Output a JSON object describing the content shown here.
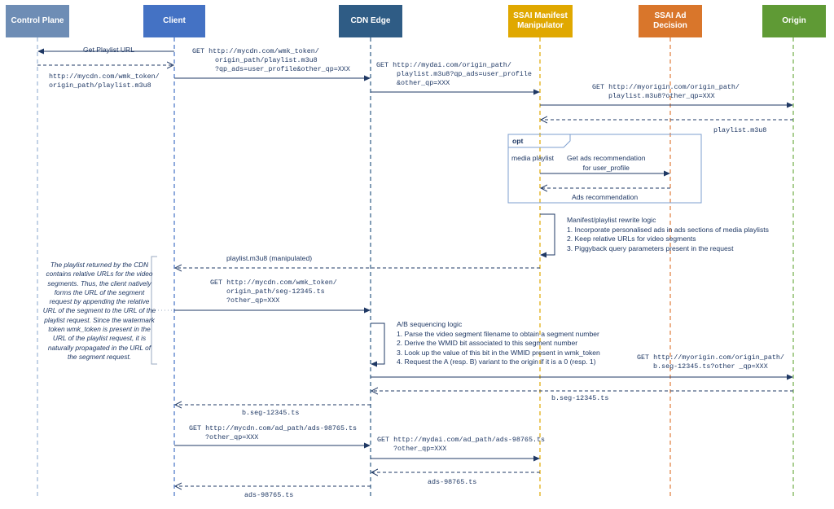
{
  "participants": [
    {
      "id": "control_plane",
      "label": "Control Plane",
      "color": "#6e8db5"
    },
    {
      "id": "client",
      "label": "Client",
      "color": "#4472c4"
    },
    {
      "id": "cdn_edge",
      "label": "CDN Edge",
      "color": "#2f5c85"
    },
    {
      "id": "ssai_manifest",
      "label": "SSAI Manifest Manipulator",
      "color": "#e0a800"
    },
    {
      "id": "ssai_ad",
      "label": "SSAI Ad Decision",
      "color": "#d9762b"
    },
    {
      "id": "origin",
      "label": "Origin",
      "color": "#5f9a35"
    }
  ],
  "messages": {
    "get_playlist_url": "Get Playlist URL",
    "m2": [
      "GET  http://mycdn.com/wmk_token/",
      "origin_path/playlist.m3u8",
      "?qp_ads=user_profile&other_qp=XXX"
    ],
    "m_url_return": [
      "http://mycdn.com/wmk_token/",
      "origin_path/playlist.m3u8"
    ],
    "m3": [
      "GET  http://mydai.com/origin_path/",
      "playlist.m3u8?qp_ads=user_profile",
      "&other_qp=XXX"
    ],
    "m4": [
      "GET http://myorigin.com/origin_path/",
      "playlist.m3u8?other_qp=XXX"
    ],
    "m5": "playlist.m3u8",
    "m6": [
      "Get ads recommendation",
      "for user_profile"
    ],
    "m7": "Ads recommendation",
    "m9": "playlist.m3u8 (manipulated)",
    "m10": [
      "GET http://mycdn.com/wmk_token/",
      "origin_path/seg-12345.ts",
      "?other_qp=XXX"
    ],
    "m11": [
      "GET http://myorigin.com/origin_path/",
      "b.seg-12345.ts?other _qp=XXX"
    ],
    "m12": "b.seg-12345.ts",
    "m13": "b.seg-12345.ts",
    "m14": [
      "GET http://mycdn.com/ad_path/ads-98765.ts",
      "?other_qp=XXX"
    ],
    "m15": [
      "GET http://mydai.com/ad_path/ads-98765.ts",
      "?other_qp=XXX"
    ],
    "m16": "ads-98765.ts",
    "m17": "ads-98765.ts"
  },
  "opt": {
    "label": "opt",
    "condition": "media playlist"
  },
  "rewrite_logic": [
    "Manifest/playlist rewrite logic",
    "1. Incorporate personalised ads in ads sections of media playlists",
    "2. Keep relative URLs for video segments",
    "3. Piggyback query parameters present in the request"
  ],
  "ab_logic": [
    "A/B sequencing logic",
    "1. Parse the video segment filename to obtain a segment number",
    "2. Derive the WMID bit associated to this segment number",
    "3. Look up the value of this bit in the WMID present in wmk_token",
    "4. Request the A (resp. B) variant to the origin if it is a 0 (resp. 1)"
  ],
  "note": "The playlist returned by the CDN contains relative URLs for the video segments. Thus, the client natively forms the URL of the segment request by appending the relative URL of the segment to the URL of the playlist request. Since the watermark token wmk_token is present in the URL of the playlist request, it is naturally propagated in the URL of the segment request.",
  "colors": {
    "arrow": "#1f3864",
    "opt_border": "#7e9fcf"
  }
}
